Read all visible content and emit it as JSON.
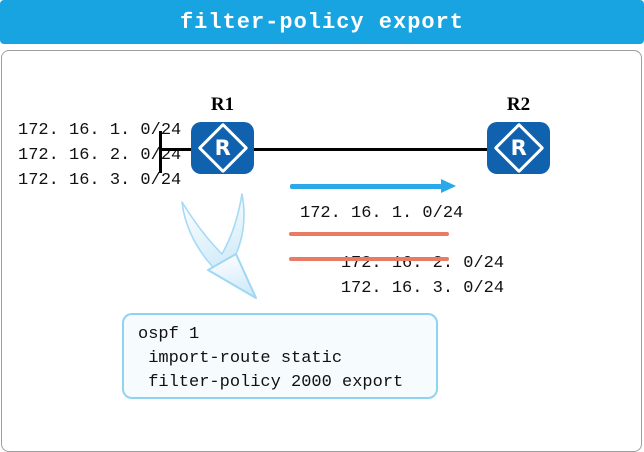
{
  "title": "filter-policy export",
  "colors": {
    "titlebar_bg": "#17A4E1",
    "router_blue": "#1061AE",
    "advertise_arrow": "#29A9E9",
    "filter_strike": "#E97B64",
    "config_border": "#90D3F1",
    "swoosh_blue": "#A6DAF5"
  },
  "topology": {
    "routers": [
      {
        "label": "R1",
        "icon_letter": "R"
      },
      {
        "label": "R2",
        "icon_letter": "R"
      }
    ],
    "local_routes": [
      "172. 16. 1. 0/24",
      "172. 16. 2. 0/24",
      "172. 16. 3. 0/24"
    ],
    "advertised_routes": [
      {
        "text": "172. 16. 1. 0/24",
        "filtered": false
      },
      {
        "text": "172. 16. 2. 0/24",
        "filtered": true
      },
      {
        "text": "172. 16. 3. 0/24",
        "filtered": true
      }
    ]
  },
  "config_box": {
    "lines": [
      "ospf 1",
      " import-route static",
      " filter-policy 2000 export"
    ]
  }
}
